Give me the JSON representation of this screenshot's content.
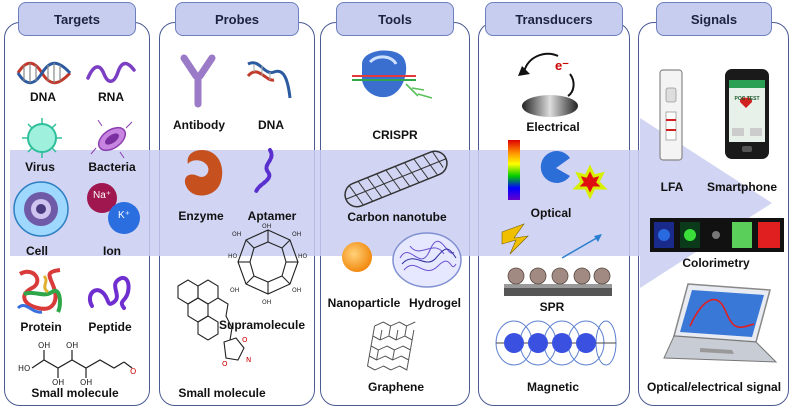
{
  "columns": {
    "targets": "Targets",
    "probes": "Probes",
    "tools": "Tools",
    "transducers": "Transducers",
    "signals": "Signals"
  },
  "targets": {
    "dna": "DNA",
    "rna": "RNA",
    "virus": "Virus",
    "bacteria": "Bacteria",
    "cell": "Cell",
    "ion": "Ion",
    "protein": "Protein",
    "peptide": "Peptide",
    "small_molecule": "Small molecule",
    "ion_na": "Na⁺",
    "ion_k": "K⁺"
  },
  "probes": {
    "antibody": "Antibody",
    "dna": "DNA",
    "enzyme": "Enzyme",
    "aptamer": "Aptamer",
    "supramolecule": "Supramolecule",
    "small_molecule": "Small molecule"
  },
  "tools": {
    "crispr": "CRISPR",
    "carbon_nanotube": "Carbon nanotube",
    "nanoparticle": "Nanoparticle",
    "hydrogel": "Hydrogel",
    "graphene": "Graphene"
  },
  "transducers": {
    "electrical": "Electrical",
    "electron": "e⁻",
    "optical": "Optical",
    "spr": "SPR",
    "magnetic": "Magnetic"
  },
  "signals": {
    "lfa": "LFA",
    "smartphone": "Smartphone",
    "colorimetry": "Colorimetry",
    "optical_electrical": "Optical/electrical signal",
    "poc_test": "POC TEST"
  },
  "colors": {
    "column_border": "#4a5a93",
    "header_fill": "#c7cdee",
    "band": "#c9cdf0"
  }
}
